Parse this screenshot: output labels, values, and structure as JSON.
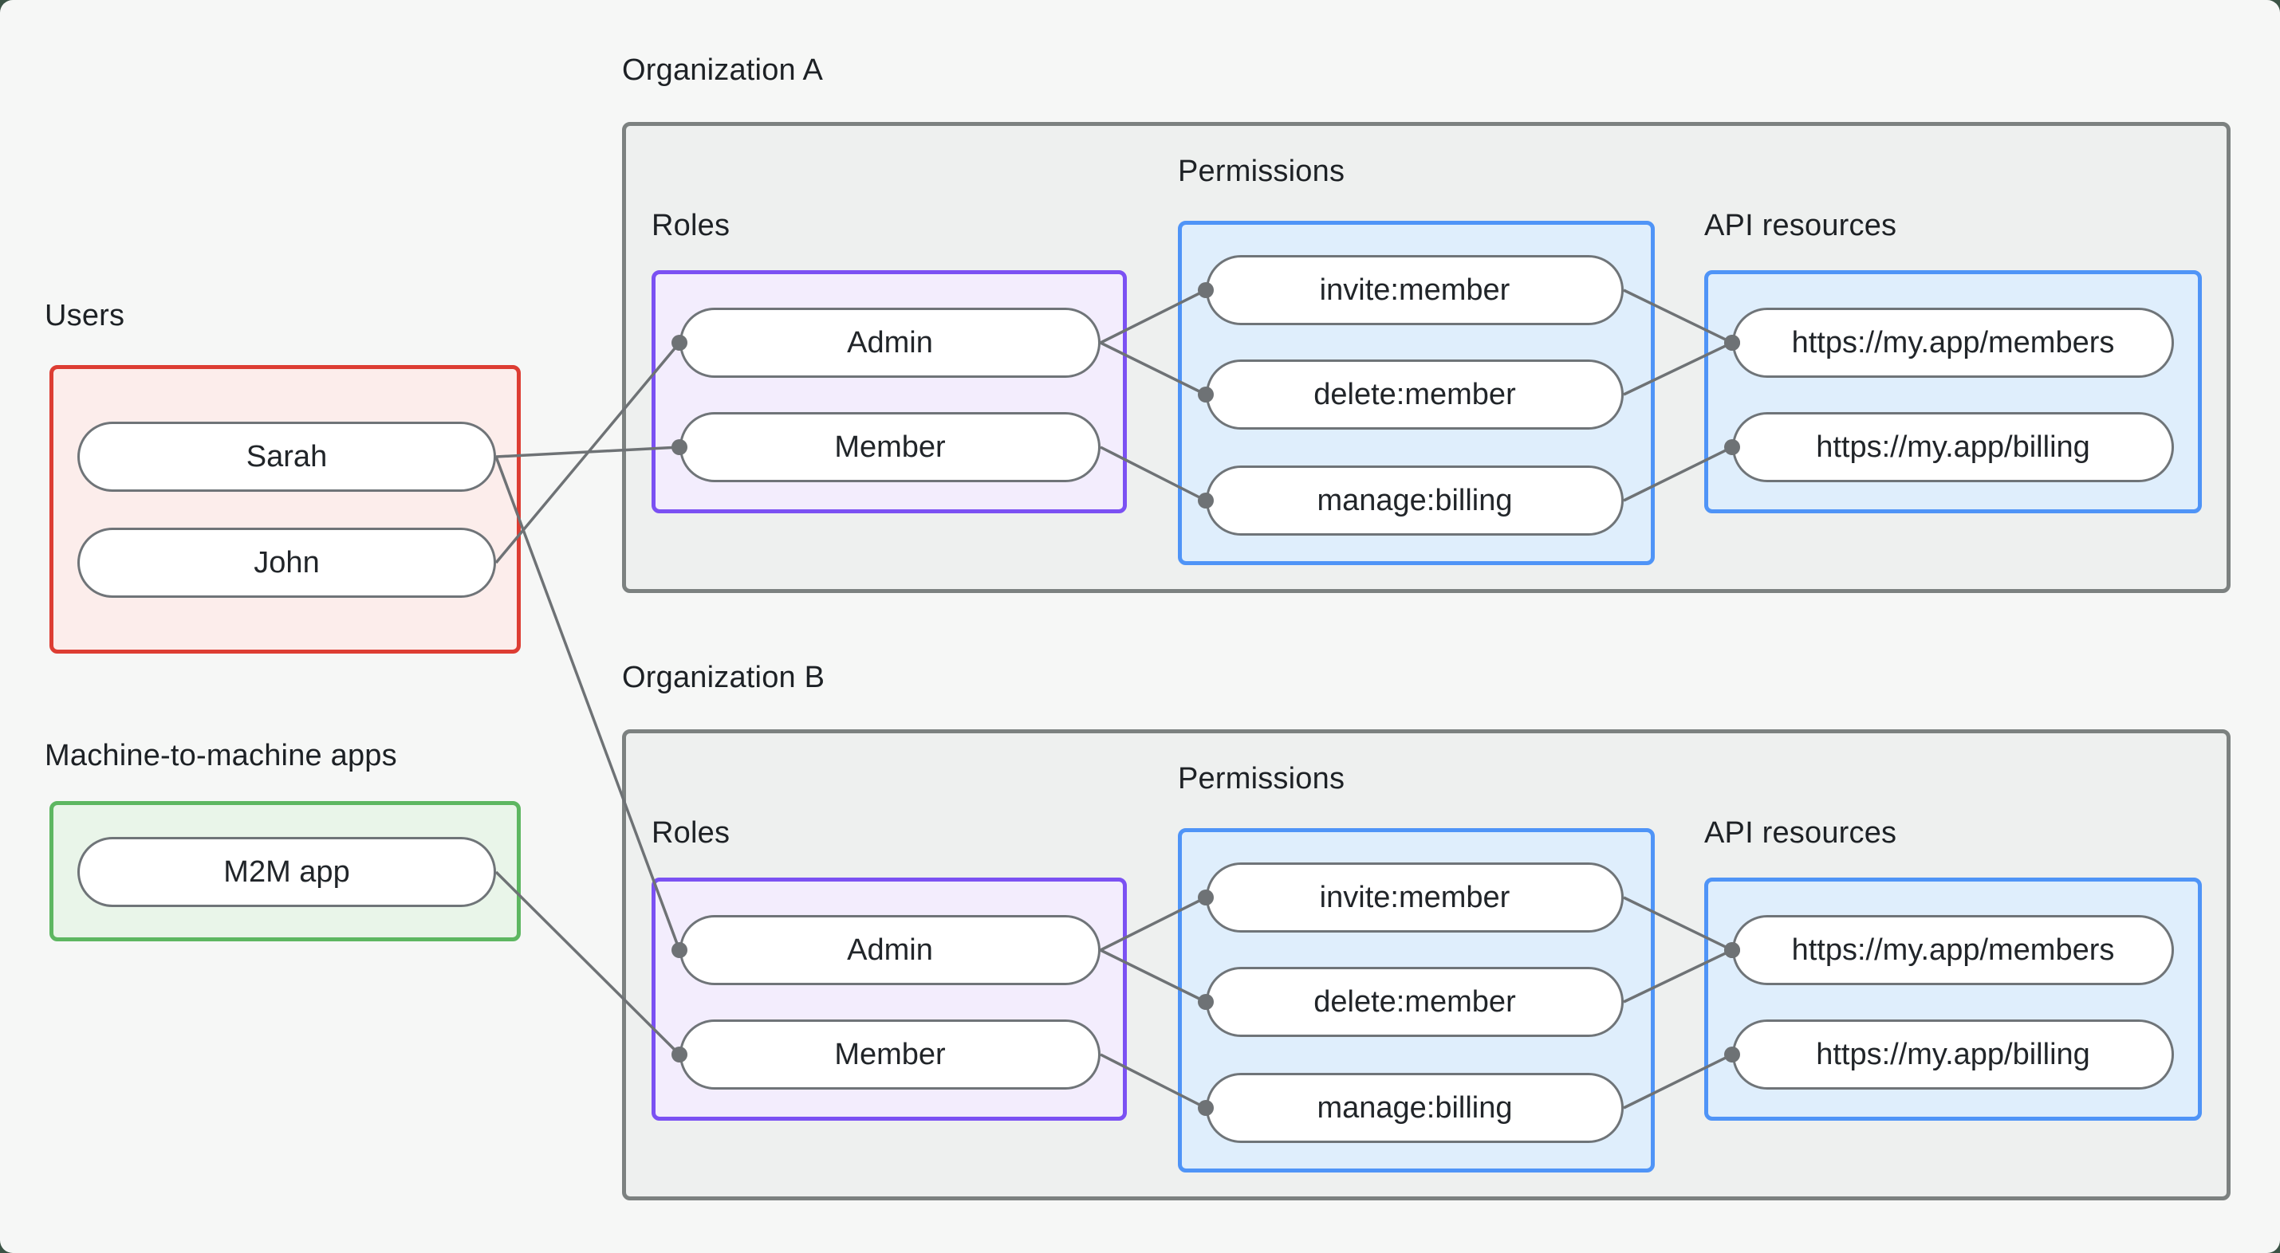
{
  "colors": {
    "bg": "#f6f7f6",
    "backdrop": "#3b5345",
    "org_fill": "#eef0ef",
    "org_border": "#7c8180",
    "red_fill": "#fcedeb",
    "red_border": "#dd3d33",
    "green_fill": "#e9f5e9",
    "green_border": "#5db761",
    "purple_fill": "#f3edfd",
    "purple_border": "#7b51f3",
    "blue_fill": "#dfeefc",
    "blue_border": "#4f94f7",
    "pill_border": "#6f7478",
    "line": "#6e7275",
    "text": "#1d2125"
  },
  "left_column": {
    "users_label": "Users",
    "m2m_label": "Machine-to-machine apps",
    "users": [
      {
        "id": "sarah",
        "label": "Sarah"
      },
      {
        "id": "john",
        "label": "John"
      }
    ],
    "m2m_apps": [
      {
        "id": "m2m",
        "label": "M2M app"
      }
    ]
  },
  "orgs": [
    {
      "title": "Organization A",
      "roles_label": "Roles",
      "permissions_label": "Permissions",
      "api_label": "API resources",
      "roles": [
        {
          "id": "adminA",
          "label": "Admin"
        },
        {
          "id": "memberA",
          "label": "Member"
        }
      ],
      "permissions": [
        {
          "id": "inviteA",
          "label": "invite:member"
        },
        {
          "id": "deleteA",
          "label": "delete:member"
        },
        {
          "id": "manageA",
          "label": "manage:billing"
        }
      ],
      "api_resources": [
        {
          "id": "membersA",
          "label": "https://my.app/members"
        },
        {
          "id": "billingA",
          "label": "https://my.app/billing"
        }
      ]
    },
    {
      "title": "Organization B",
      "roles_label": "Roles",
      "permissions_label": "Permissions",
      "api_label": "API resources",
      "roles": [
        {
          "id": "adminB",
          "label": "Admin"
        },
        {
          "id": "memberB",
          "label": "Member"
        }
      ],
      "permissions": [
        {
          "id": "inviteB",
          "label": "invite:member"
        },
        {
          "id": "deleteB",
          "label": "delete:member"
        },
        {
          "id": "manageB",
          "label": "manage:billing"
        }
      ],
      "api_resources": [
        {
          "id": "membersB",
          "label": "https://my.app/members"
        },
        {
          "id": "billingB",
          "label": "https://my.app/billing"
        }
      ]
    }
  ],
  "edges": [
    {
      "from": "sarah",
      "to": "memberA"
    },
    {
      "from": "john",
      "to": "adminA"
    },
    {
      "from": "sarah",
      "to": "adminB"
    },
    {
      "from": "m2m",
      "to": "memberB"
    },
    {
      "from": "adminA",
      "to": "inviteA"
    },
    {
      "from": "adminA",
      "to": "deleteA"
    },
    {
      "from": "memberA",
      "to": "manageA"
    },
    {
      "from": "inviteA",
      "to": "membersA"
    },
    {
      "from": "deleteA",
      "to": "membersA"
    },
    {
      "from": "manageA",
      "to": "billingA"
    },
    {
      "from": "adminB",
      "to": "inviteB"
    },
    {
      "from": "adminB",
      "to": "deleteB"
    },
    {
      "from": "memberB",
      "to": "manageB"
    },
    {
      "from": "inviteB",
      "to": "membersB"
    },
    {
      "from": "deleteB",
      "to": "membersB"
    },
    {
      "from": "manageB",
      "to": "billingB"
    }
  ]
}
